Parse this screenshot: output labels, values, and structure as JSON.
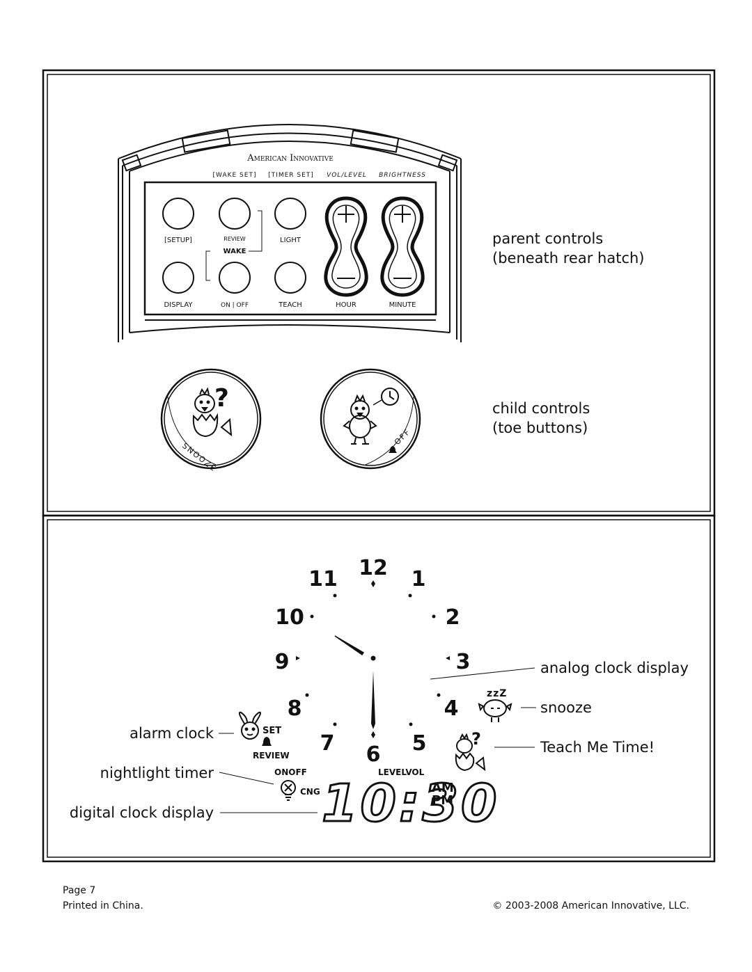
{
  "parent_panel": {
    "brand": "American Innovative",
    "top_labels": [
      "[WAKE SET]",
      "[TIMER SET]",
      "VOL/LEVEL",
      "BRIGHTNESS"
    ],
    "button_labels": {
      "setup": "[SETUP]",
      "review": "REVIEW",
      "wake": "WAKE",
      "light": "LIGHT",
      "display": "DISPLAY",
      "on_off": "ON | OFF",
      "teach": "TEACH",
      "hour": "HOUR",
      "minute": "MINUTE"
    },
    "caption_line1": "parent controls",
    "caption_line2": "(beneath rear hatch)"
  },
  "child_panel": {
    "snooze_label": "SNOOZE",
    "off_label": "OFF",
    "caption_line1": "child controls",
    "caption_line2": "(toe buttons)"
  },
  "clock_panel": {
    "numbers": [
      "12",
      "1",
      "2",
      "3",
      "4",
      "5",
      "6",
      "7",
      "8",
      "9",
      "10",
      "11"
    ],
    "set_label": "SET",
    "review_label": "REVIEW",
    "onoff_label": "ONOFF",
    "cng_label": "CNG",
    "levelvol_label": "LEVELVOL",
    "digital_time": "10:30",
    "am_label": "AM",
    "pm_label": "PM",
    "zzz": "zzZ",
    "callouts": {
      "analog": "analog clock display",
      "snooze": "snooze",
      "teach": "Teach Me Time!",
      "alarm": "alarm clock",
      "nightlight": "nightlight timer",
      "digital": "digital clock display"
    }
  },
  "footer": {
    "page": "Page 7",
    "printed": "Printed in China.",
    "copyright": "© 2003-2008 American Innovative, LLC."
  }
}
